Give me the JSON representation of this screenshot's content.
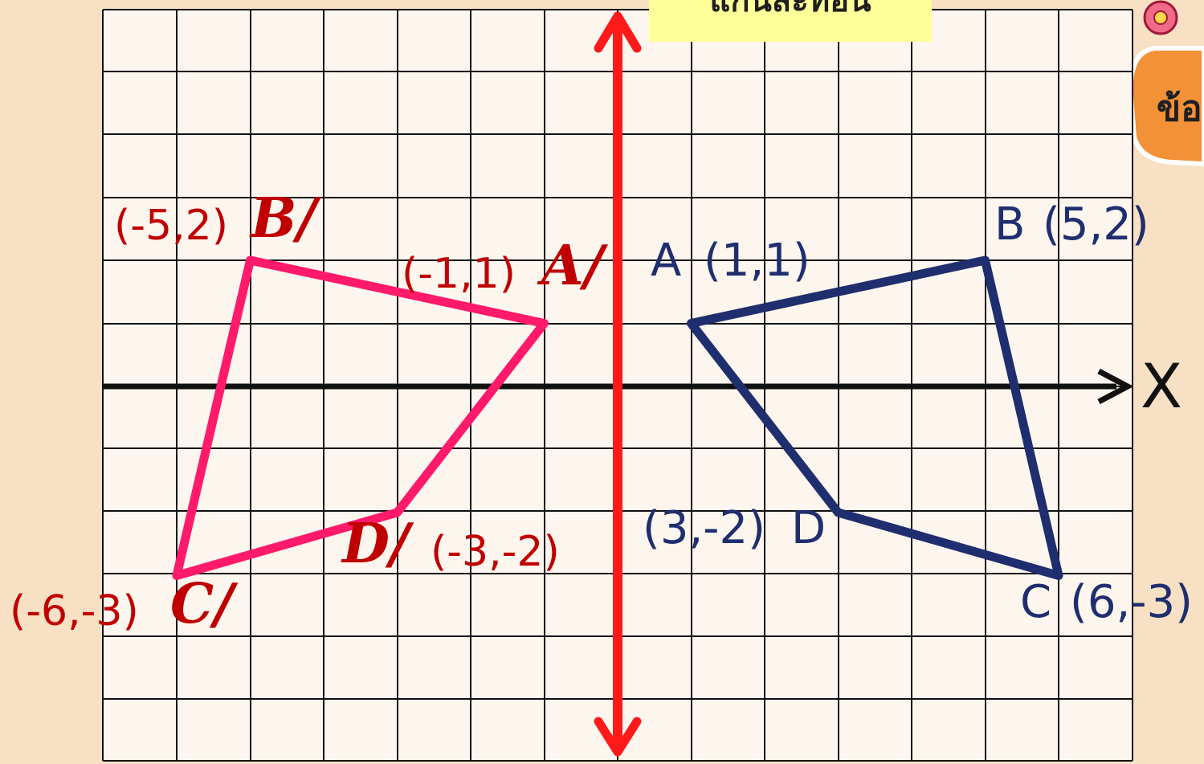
{
  "header": {
    "title": "แกนสะท้อน",
    "badge": "ข้อ"
  },
  "axis": {
    "x_label": "X"
  },
  "colors": {
    "background": "#f7e0c3",
    "grid_fill": "#fdf6ef",
    "grid_line": "#111111",
    "original_shape": "#1f2e6e",
    "image_shape": "#ff1a6b",
    "mirror_line": "#ff1a1a",
    "label_red": "#c00000",
    "title_highlight": "#ffff99",
    "badge": "#f29137"
  },
  "chart_data": {
    "type": "scatter",
    "grid": true,
    "xlim": [
      -7,
      7
    ],
    "ylim": [
      -6,
      6
    ],
    "mirror_line": "y-axis",
    "shapes": [
      {
        "role": "original",
        "points": [
          {
            "vertex": "A",
            "x": 1,
            "y": 1,
            "coord": "(1,1)"
          },
          {
            "vertex": "B",
            "x": 5,
            "y": 2,
            "coord": "(5,2)"
          },
          {
            "vertex": "C",
            "x": 6,
            "y": -3,
            "coord": "(6,-3)"
          },
          {
            "vertex": "D",
            "x": 3,
            "y": -2,
            "coord": "(3,-2)"
          }
        ]
      },
      {
        "role": "reflection",
        "points": [
          {
            "vertex": "A/",
            "x": -1,
            "y": 1,
            "coord": "(-1,1)"
          },
          {
            "vertex": "B/",
            "x": -5,
            "y": 2,
            "coord": "(-5,2)"
          },
          {
            "vertex": "C/",
            "x": -6,
            "y": -3,
            "coord": "(-6,-3)"
          },
          {
            "vertex": "D/",
            "x": -3,
            "y": -2,
            "coord": "(-3,-2)"
          }
        ]
      }
    ]
  }
}
